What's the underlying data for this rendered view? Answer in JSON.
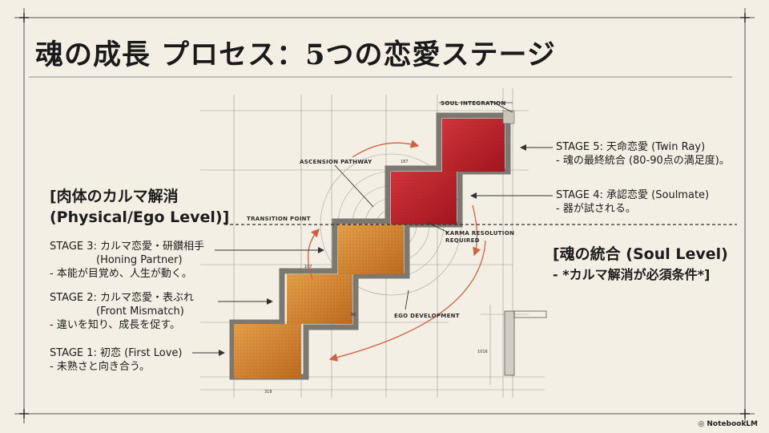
{
  "title": "魂の成長 プロセス：5つの恋愛ステージ",
  "left_group": {
    "line1": "[肉体のカルマ解消",
    "line2": "(Physical/Ego Level)]"
  },
  "right_group": {
    "line1": "[魂の統合 (Soul Level)",
    "line2": "- *カルマ解消が必須条件*]"
  },
  "stages": [
    {
      "title": "STAGE 1: 初恋 (First Love)",
      "desc": "- 未熟さと向き合う。"
    },
    {
      "title": "STAGE 2: カルマ恋愛・表ぶれ",
      "sub": "(Front Mismatch)",
      "desc": "- 違いを知り、成長を促す。"
    },
    {
      "title": "STAGE 3: カルマ恋愛・研鑚相手",
      "sub": "(Honing Partner)",
      "desc": "- 本能が目覚め、人生が動く。"
    },
    {
      "title": "STAGE 4: 承認恋愛 (Soulmate)",
      "desc": "- 器が試される。"
    },
    {
      "title": "STAGE 5: 天命恋愛 (Twin Ray)",
      "desc": "- 魂の最終統合 (80-90点の満足度)。"
    }
  ],
  "annotations": {
    "soul_integration": "SOUL INTEGRATION",
    "ascension_pathway": "ASCENSION PATHWAY",
    "transition_point": "TRANSITION POINT",
    "karma_line1": "KARMA RESOLUTION",
    "karma_line2": "REQUIRED",
    "ego_development": "EGO DEVELOPMENT"
  },
  "brand": "NotebookLM",
  "colors": {
    "background": "#f3efe4",
    "step_orange": "#d98b2f",
    "step_red": "#b8202a",
    "ink": "#1c1c1c"
  }
}
